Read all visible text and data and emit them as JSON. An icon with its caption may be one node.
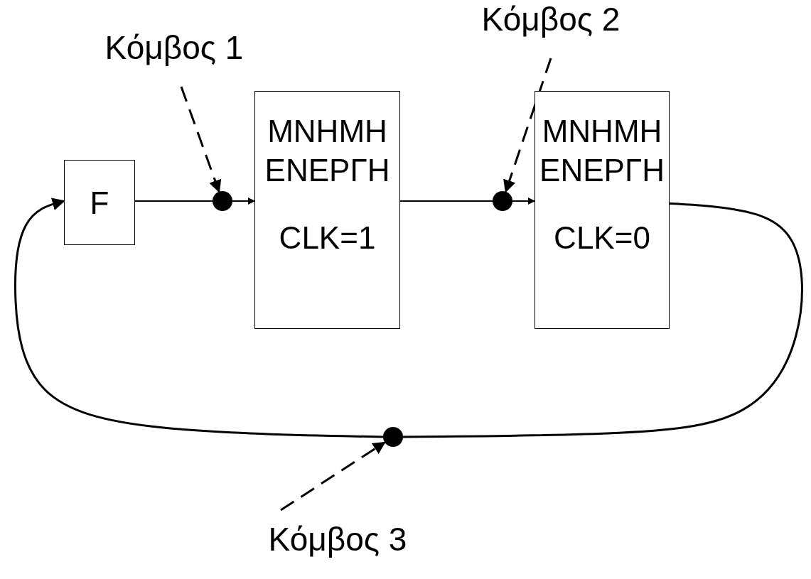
{
  "diagram": {
    "nodes": [
      {
        "text": [
          "F"
        ]
      },
      {
        "text": [
          "ΜΝΗΜΗ ΕΝΕΡΓΗ",
          "CLK=1"
        ]
      },
      {
        "text": [
          "ΜΝΗΜΗ ΕΝΕΡΓΗ",
          "CLK=0"
        ]
      },
      {
        "text": [],
        "shape": "circle"
      },
      {
        "text": [],
        "shape": "circle"
      },
      {
        "text": [],
        "shape": "circle"
      },
      {
        "text": [
          "Κόμβος 1"
        ]
      },
      {
        "text": [
          "Κόμβος 2"
        ]
      },
      {
        "text": [
          "Κόμβος 3"
        ]
      }
    ],
    "edges": [
      {
        "from": 0,
        "to": 3,
        "arrow": "none"
      },
      {
        "from": 3,
        "to": 1,
        "arrow": "to"
      },
      {
        "from": 1,
        "to": 4,
        "arrow": "none"
      },
      {
        "from": 4,
        "to": 2,
        "arrow": "to"
      },
      {
        "from": 2,
        "to": 5,
        "arrow": "none"
      },
      {
        "from": 5,
        "to": 0,
        "arrow": "to"
      },
      {
        "from": 6,
        "to": 3,
        "arrow": "to",
        "style": "dashed"
      },
      {
        "from": 7,
        "to": 4,
        "arrow": "to",
        "style": "dashed"
      },
      {
        "from": 8,
        "to": 5,
        "arrow": "to",
        "style": "dashed"
      }
    ]
  }
}
